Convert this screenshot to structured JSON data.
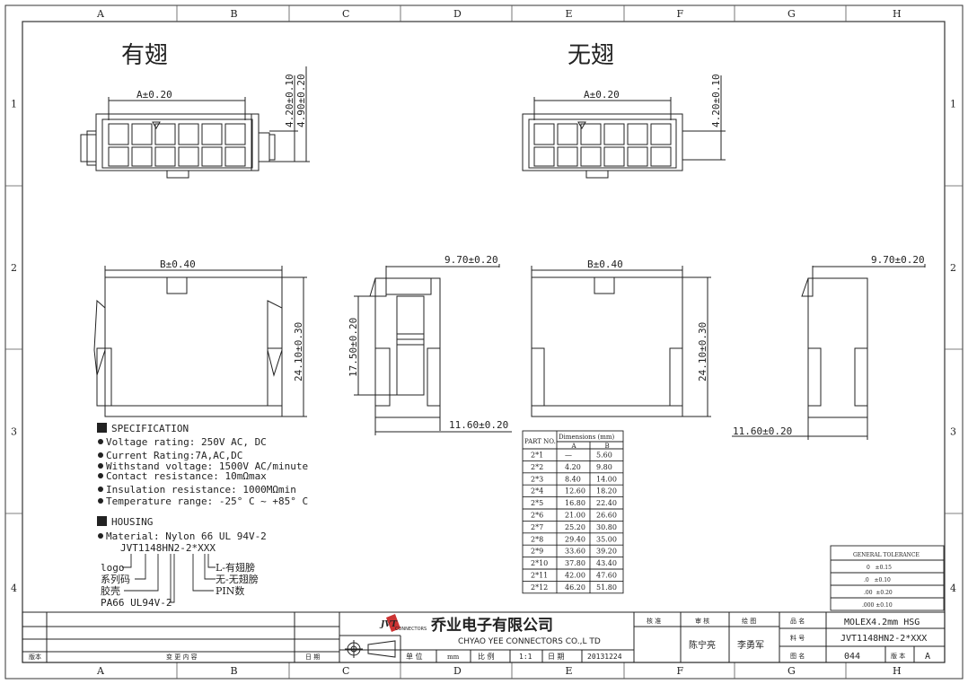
{
  "frame": {
    "cols": [
      "A",
      "B",
      "C",
      "D",
      "E",
      "F",
      "G",
      "H"
    ],
    "rows": [
      "1",
      "2",
      "3",
      "4"
    ]
  },
  "views": {
    "with_wings_title": "有翅",
    "without_wings_title": "无翅"
  },
  "dims": {
    "a_tol": "A±0.20",
    "a_tol_2": "A±0.20",
    "h_4_20": "4.20±0.10",
    "h_4_20_2": "4.20±0.10",
    "h_4_90": "4.90±0.20",
    "b_tol": "B±0.40",
    "b_tol_2": "B±0.40",
    "d_9_70": "9.70±0.20",
    "d_9_70_2": "9.70±0.20",
    "d_24_10": "24.10±0.30",
    "d_24_10_2": "24.10±0.30",
    "d_17_50": "17.50±0.20",
    "d_11_60": "11.60±0.20",
    "d_11_60_2": "11.60±0.20"
  },
  "spec": {
    "title": "SPECIFICATION",
    "items": [
      "Voltage rating: 250V AC, DC",
      "Current Rating:7A,AC,DC",
      "Withstand voltage: 1500V AC/minute",
      "Contact resistance: 10mΩmax",
      "Insulation resistance: 1000MΩmin",
      "Temperature range: -25° C ~ +85° C"
    ]
  },
  "housing": {
    "title": "HOUSING",
    "material": "Material: Nylon 66 UL 94V-2",
    "part_code": "JVT1148HN2-2*XXX",
    "labels": {
      "logo": "logo",
      "series": "系列码",
      "shell": "胶壳",
      "pa66": "PA66 UL94V-2",
      "l_wings": "L-有翅膀",
      "no_wings": "无-无翅膀",
      "pin_count": "PIN数"
    }
  },
  "dim_table": {
    "header_part": "PART NO.",
    "header_dims": "Dimensions (mm)",
    "col_a": "A",
    "col_b": "B",
    "rows": [
      [
        "2*1",
        "—",
        "5.60"
      ],
      [
        "2*2",
        "4.20",
        "9.80"
      ],
      [
        "2*3",
        "8.40",
        "14.00"
      ],
      [
        "2*4",
        "12.60",
        "18.20"
      ],
      [
        "2*5",
        "16.80",
        "22.40"
      ],
      [
        "2*6",
        "21.00",
        "26.60"
      ],
      [
        "2*7",
        "25.20",
        "30.80"
      ],
      [
        "2*8",
        "29.40",
        "35.00"
      ],
      [
        "2*9",
        "33.60",
        "39.20"
      ],
      [
        "2*10",
        "37.80",
        "43.40"
      ],
      [
        "2*11",
        "42.00",
        "47.60"
      ],
      [
        "2*12",
        "46.20",
        "51.80"
      ]
    ]
  },
  "tolerance": {
    "title": "GENERAL TOLERANCE",
    "rows": [
      "0   ±0.15",
      ".0   ±0.10",
      ".00  ±0.20",
      ".000 ±0.10"
    ]
  },
  "title_block": {
    "company_cn": "乔业电子有限公司",
    "company_en": "CHYAO YEE CONNECTORS CO.,L TD",
    "logo_text": "JVT",
    "logo_sub": "CONNECTORS",
    "rev_label": "版本",
    "change_label": "变 更 内 容",
    "date_label": "日 期",
    "unit_label": "单 位",
    "unit_value": "mm",
    "scale_label": "比 例",
    "scale_value": "1:1",
    "date2_label": "日 期",
    "date_value": "20131224",
    "approve_label": "核 准",
    "check_label": "审 核",
    "draw_label": "绘 图",
    "checker": "陈宁亮",
    "drafter": "李勇军",
    "name_label": "品 名",
    "name_value": "MOLEX4.2mm HSG",
    "material_label": "料 号",
    "material_value": "JVT1148HN2-2*XXX",
    "drawing_label": "图 名",
    "drawing_value": "044",
    "version_label": "版 本",
    "version_value": "A"
  }
}
